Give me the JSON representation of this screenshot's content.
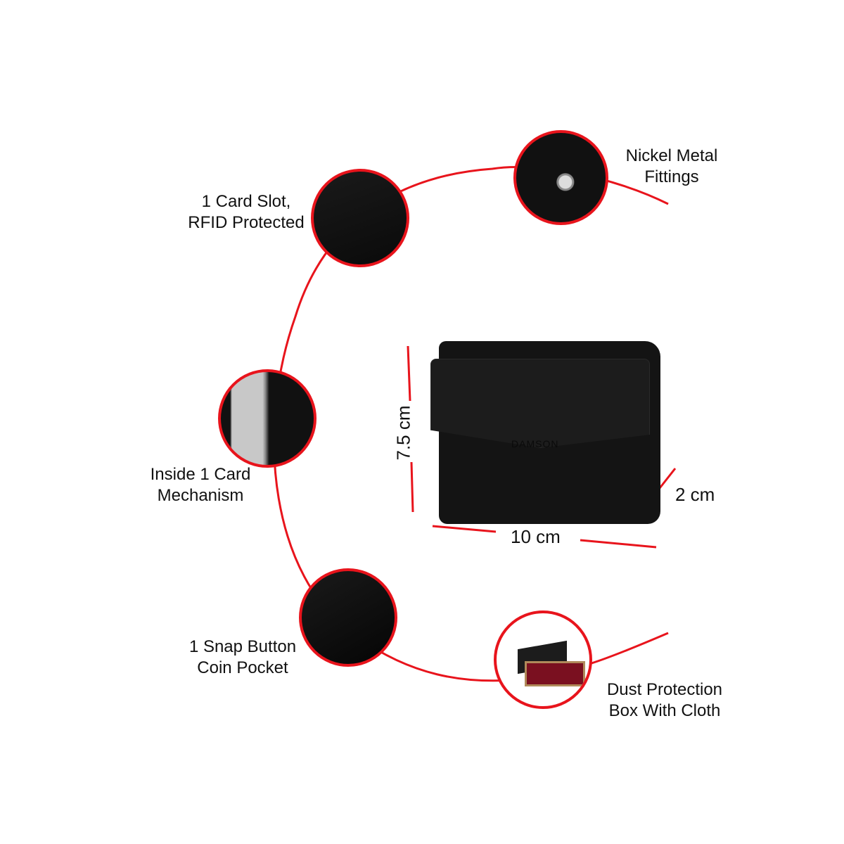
{
  "features": [
    {
      "id": "nickel",
      "label_line1": "Nickel Metal",
      "label_line2": "Fittings",
      "icon": "snap-rivet-closeup"
    },
    {
      "id": "card-slot",
      "label_line1": "1 Card Slot,",
      "label_line2": "RFID Protected",
      "icon": "leather-card-slot-closeup"
    },
    {
      "id": "mechanism",
      "label_line1": "Inside 1 Card",
      "label_line2": "Mechanism",
      "icon": "aluminum-card-case"
    },
    {
      "id": "coin",
      "label_line1": "1 Snap Button",
      "label_line2": "Coin Pocket",
      "icon": "coin-pocket-flap"
    },
    {
      "id": "box",
      "label_line1": "Dust Protection",
      "label_line2": "Box With Cloth",
      "icon": "gift-box-with-cloth"
    }
  ],
  "dimensions": {
    "height": "7.5 cm",
    "width": "10 cm",
    "depth": "2 cm"
  },
  "product": {
    "brand_emboss": "DAMSON",
    "color": "#111111"
  },
  "accent_color": "#e8141c"
}
